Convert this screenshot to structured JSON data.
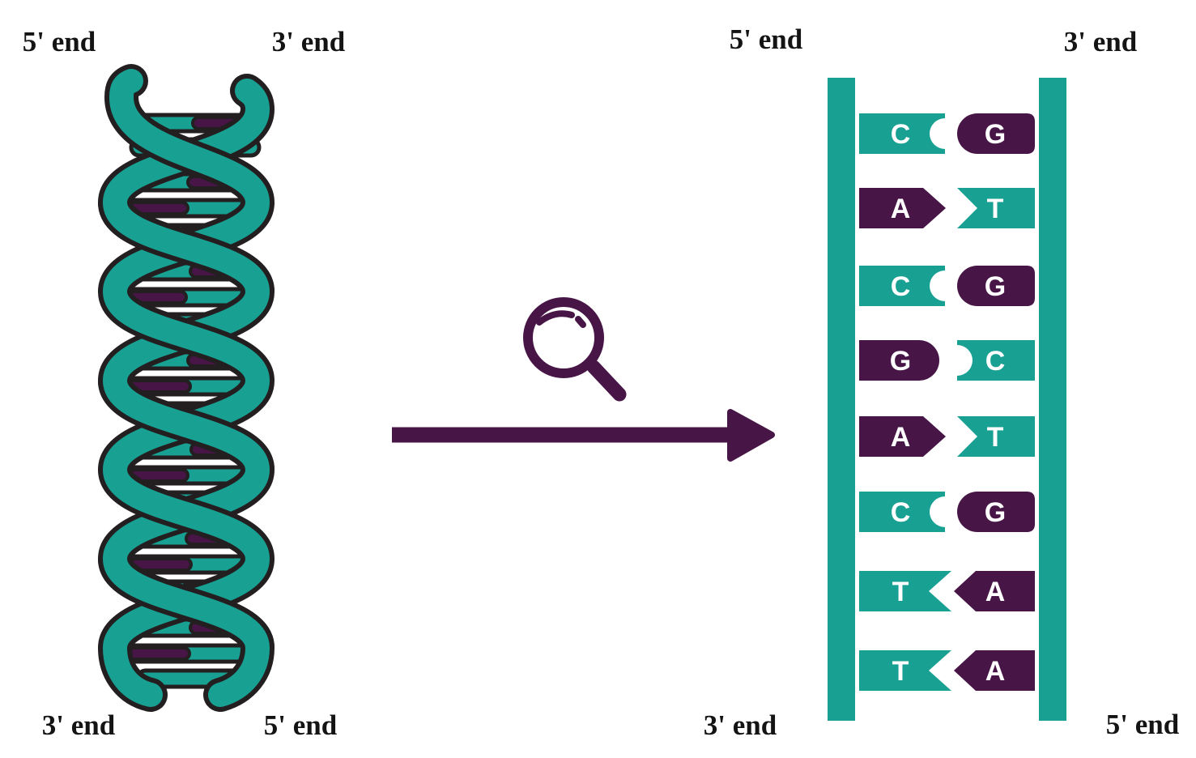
{
  "title": "DNA double helix with magnified view of complementary base pairing",
  "palette": {
    "teal": "#18A092",
    "purple": "#471546",
    "outline": "#231F20",
    "label": "#141414",
    "letter": "#FFFFFF",
    "background": "#FFFFFF"
  },
  "helix_panel": {
    "labels": {
      "top_left": "5' end",
      "top_right": "3' end",
      "bottom_left": "3' end",
      "bottom_right": "5' end"
    }
  },
  "transition": {
    "magnifier_icon": "magnifying-glass",
    "arrow_icon": "right-arrow"
  },
  "ladder_panel": {
    "labels": {
      "top_left": "5' end",
      "top_right": "3' end",
      "bottom_left": "3' end",
      "bottom_right": "5' end"
    },
    "base_pairs": [
      {
        "left": "C",
        "right": "G"
      },
      {
        "left": "A",
        "right": "T"
      },
      {
        "left": "C",
        "right": "G"
      },
      {
        "left": "G",
        "right": "C"
      },
      {
        "left": "A",
        "right": "T"
      },
      {
        "left": "C",
        "right": "G"
      },
      {
        "left": "T",
        "right": "A"
      },
      {
        "left": "T",
        "right": "A"
      }
    ]
  }
}
